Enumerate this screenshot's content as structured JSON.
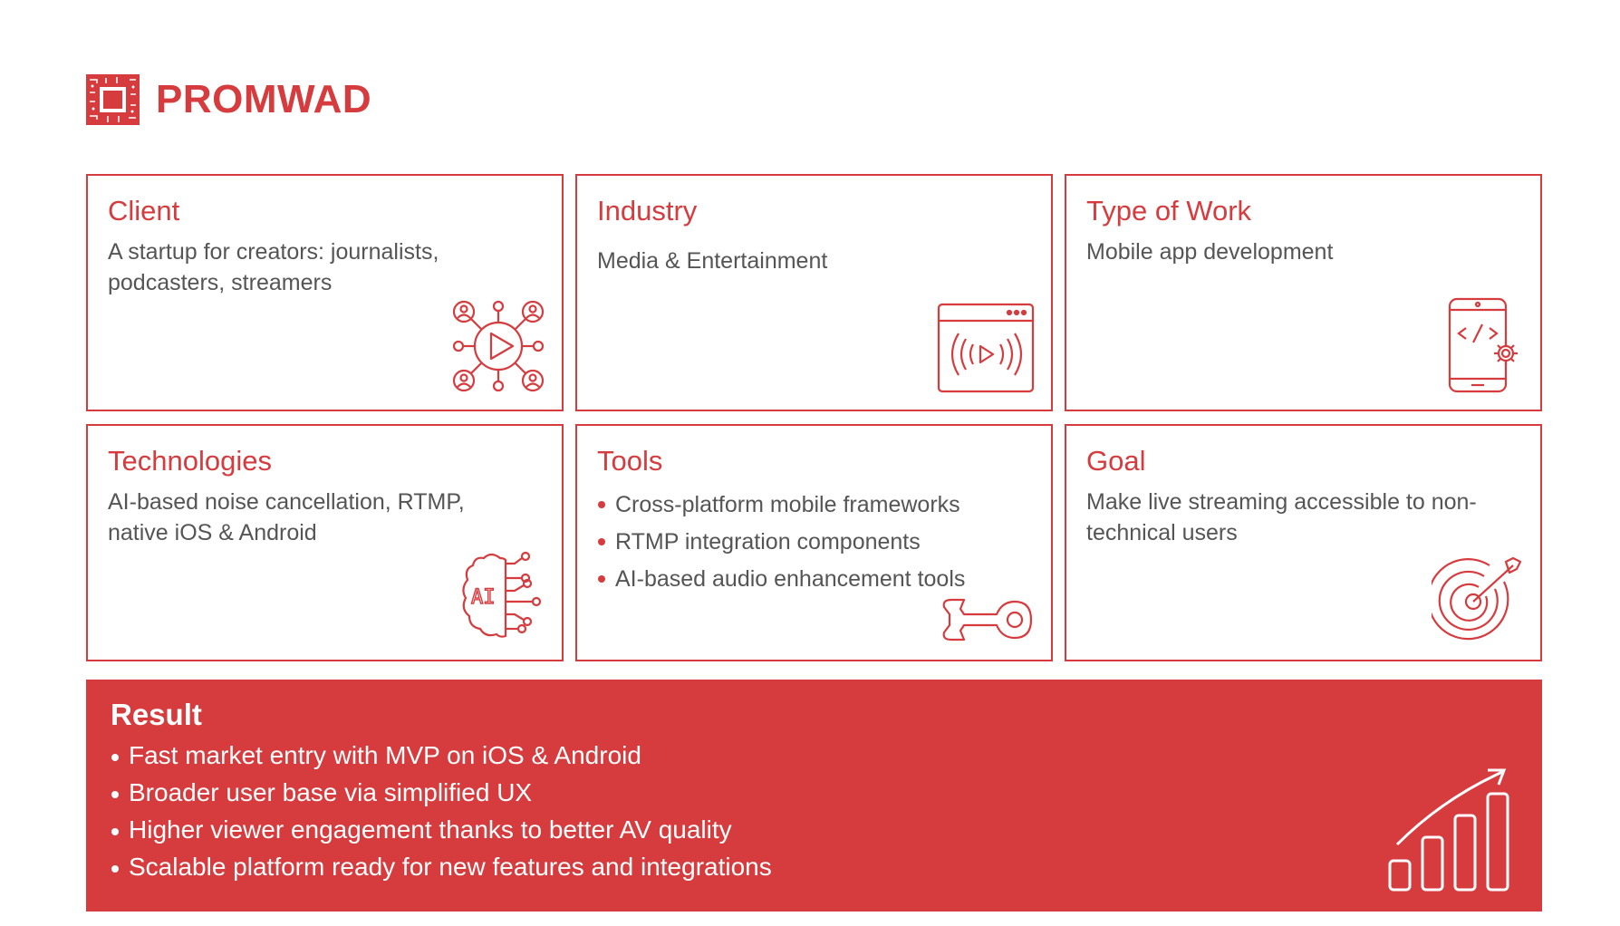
{
  "brand": {
    "name": "PROMWAD",
    "color": "#d63b3e",
    "logo_icon": "circuit-chip-logo-icon"
  },
  "cards": {
    "client": {
      "title": "Client",
      "text": "A startup for creators: journalists, podcasters, streamers",
      "icon": "network-play-icon"
    },
    "industry": {
      "title": "Industry",
      "text": "Media & Entertainment",
      "icon": "browser-broadcast-icon"
    },
    "type_of_work": {
      "title": "Type of Work",
      "text": "Mobile app development",
      "icon": "mobile-code-gear-icon"
    },
    "technologies": {
      "title": "Technologies",
      "text": "AI-based noise cancellation, RTMP, native iOS & Android",
      "icon": "ai-brain-icon"
    },
    "tools": {
      "title": "Tools",
      "items": [
        "Cross-platform mobile frameworks",
        "RTMP integration components",
        "AI-based audio enhancement tools"
      ],
      "icon": "wrench-icon"
    },
    "goal": {
      "title": "Goal",
      "text": "Make live streaming accessible to non-technical users",
      "icon": "target-arrow-icon"
    }
  },
  "result": {
    "title": "Result",
    "items": [
      "Fast market entry with MVP on iOS & Android",
      "Broader user base via simplified UX",
      "Higher viewer engagement thanks to better AV quality",
      "Scalable platform ready for new features and integrations"
    ],
    "icon": "growth-chart-icon"
  }
}
